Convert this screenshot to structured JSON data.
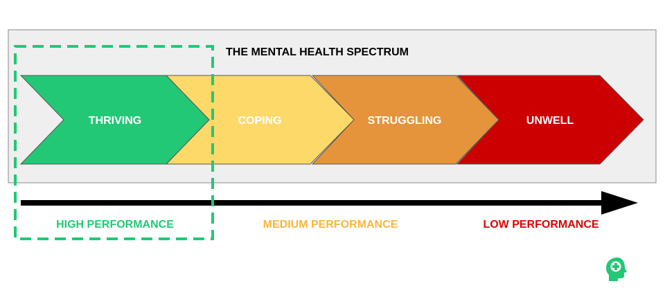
{
  "title": "THE MENTAL HEALTH SPECTRUM",
  "stages": [
    {
      "label": "THRIVING",
      "color": "#22c875"
    },
    {
      "label": "COPING",
      "color": "#fdd96a"
    },
    {
      "label": "STRUGGLING",
      "color": "#e5943b"
    },
    {
      "label": "UNWELL",
      "color": "#cc0000"
    }
  ],
  "performance": {
    "high": {
      "label": "HIGH PERFORMANCE",
      "color": "#22c875"
    },
    "medium": {
      "label": "MEDIUM PERFORMANCE",
      "color": "#f6b73c"
    },
    "low": {
      "label": "LOW PERFORMANCE",
      "color": "#dd0000"
    }
  },
  "colors": {
    "panel": "#efefef",
    "panel_border": "#888888",
    "arrow": "#000000",
    "highlight_dash": "#22c875",
    "logo": "#22c875"
  },
  "logo_icon": "head-with-plus-icon"
}
